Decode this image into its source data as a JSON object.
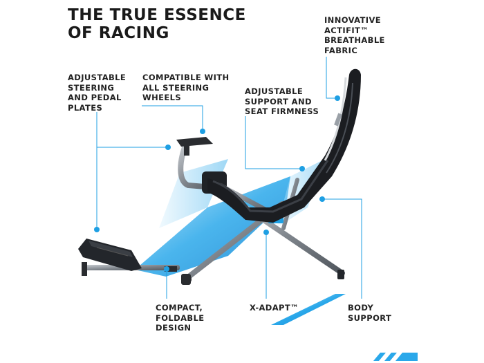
{
  "headline": {
    "line1": "THE TRUE ESSENCE",
    "line2": "OF RACING"
  },
  "callouts": {
    "fabric": {
      "line1": "INNOVATIVE",
      "line2": "ACTIFIT™",
      "line3": "BREATHABLE",
      "line4": "FABRIC"
    },
    "plates": {
      "line1": "ADJUSTABLE",
      "line2": "STEERING",
      "line3": "AND PEDAL",
      "line4": "PLATES"
    },
    "wheels": {
      "line1": "COMPATIBLE WITH",
      "line2": "ALL STEERING",
      "line3": "WHEELS"
    },
    "seat": {
      "line1": "ADJUSTABLE",
      "line2": "SUPPORT AND",
      "line3": "SEAT FIRMNESS"
    },
    "compact": {
      "line1": "COMPACT,",
      "line2": "FOLDABLE",
      "line3": "DESIGN"
    },
    "xadapt": {
      "line1": "X-ADAPT™"
    },
    "body": {
      "line1": "BODY",
      "line2": "SUPPORT"
    }
  },
  "colors": {
    "accent": "#1e9fe3",
    "frame": "#8a8f96",
    "seat": "#1b1d21",
    "text": "#1a1a1a"
  }
}
